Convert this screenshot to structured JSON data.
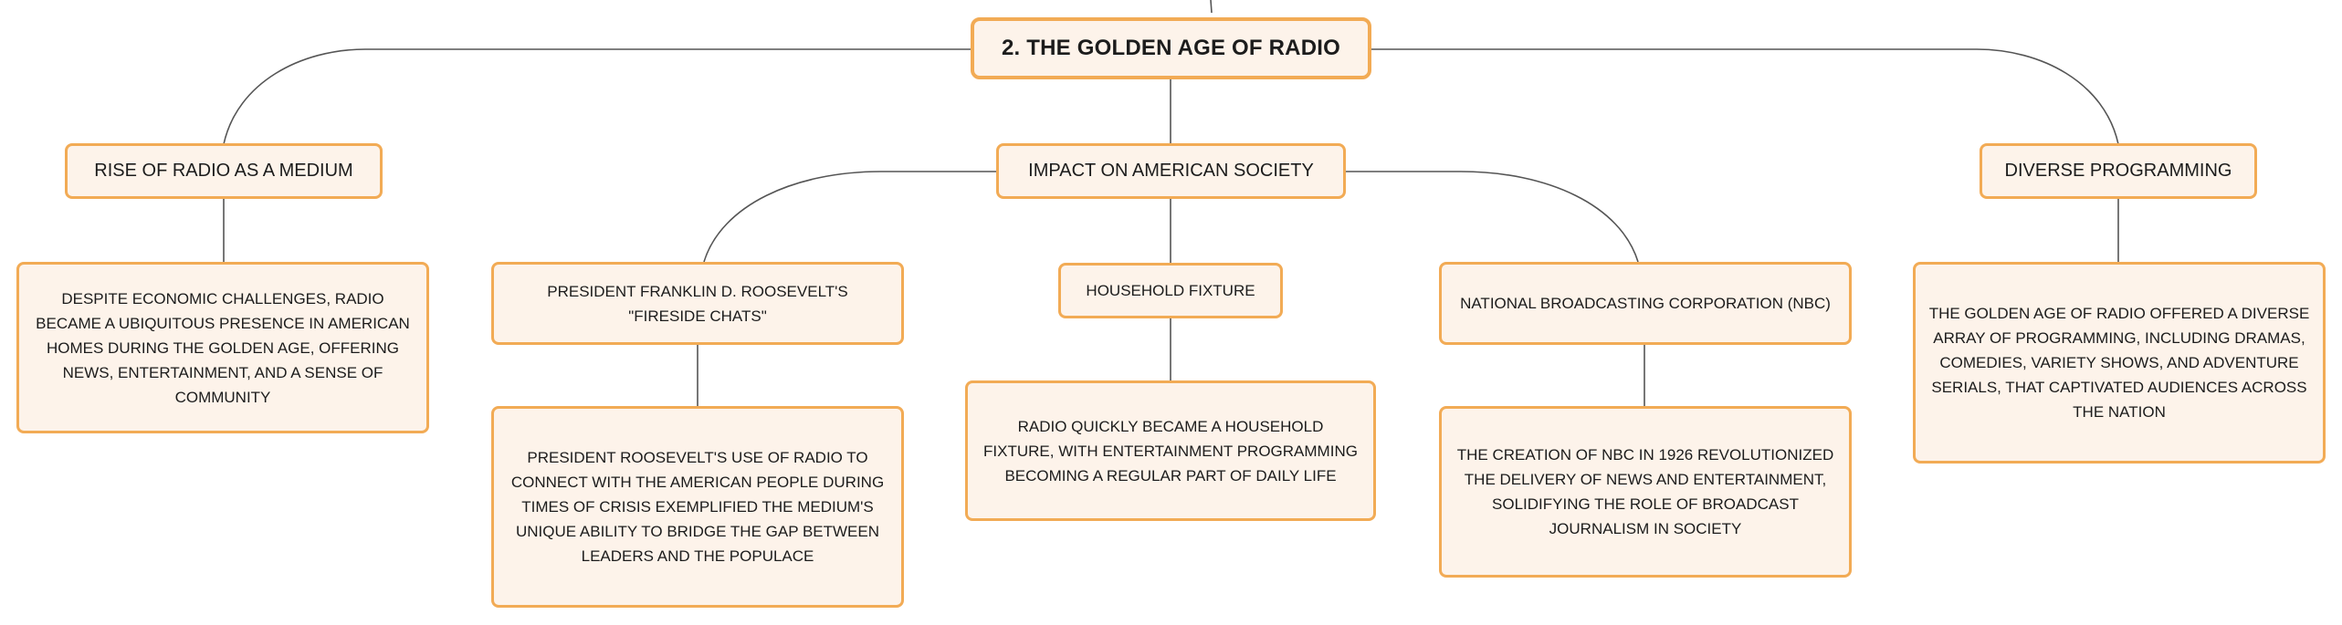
{
  "diagram": {
    "root": {
      "label": "2. THE GOLDEN AGE OF RADIO"
    },
    "branches": {
      "rise": {
        "label": "RISE OF RADIO AS A MEDIUM",
        "detail": "DESPITE ECONOMIC CHALLENGES, RADIO BECAME A UBIQUITOUS PRESENCE IN AMERICAN HOMES DURING THE GOLDEN AGE, OFFERING NEWS, ENTERTAINMENT, AND A SENSE OF COMMUNITY"
      },
      "impact": {
        "label": "IMPACT ON AMERICAN SOCIETY",
        "children": {
          "fdr": {
            "label": "PRESIDENT FRANKLIN D. ROOSEVELT'S \"FIRESIDE CHATS\"",
            "detail": "PRESIDENT ROOSEVELT'S USE OF RADIO TO CONNECT WITH THE AMERICAN PEOPLE DURING TIMES OF CRISIS EXEMPLIFIED THE MEDIUM'S UNIQUE ABILITY TO BRIDGE THE GAP BETWEEN LEADERS AND THE POPULACE"
          },
          "household": {
            "label": "HOUSEHOLD FIXTURE",
            "detail": "RADIO QUICKLY BECAME A HOUSEHOLD FIXTURE, WITH ENTERTAINMENT PROGRAMMING BECOMING A REGULAR PART OF DAILY LIFE"
          },
          "nbc": {
            "label": "NATIONAL BROADCASTING CORPORATION (NBC)",
            "detail": "THE CREATION OF NBC IN 1926 REVOLUTIONIZED THE DELIVERY OF NEWS AND ENTERTAINMENT, SOLIDIFYING THE ROLE OF BROADCAST JOURNALISM IN SOCIETY"
          }
        }
      },
      "programming": {
        "label": "DIVERSE PROGRAMMING",
        "detail": "THE GOLDEN AGE OF RADIO OFFERED A DIVERSE ARRAY OF PROGRAMMING, INCLUDING DRAMAS, COMEDIES, VARIETY SHOWS, AND ADVENTURE SERIALS, THAT CAPTIVATED AUDIENCES ACROSS THE NATION"
      }
    },
    "colors": {
      "node_border": "#f2ab55",
      "node_fill": "#fdf3ea",
      "connector": "#555555",
      "text": "#1c1c1c"
    }
  }
}
